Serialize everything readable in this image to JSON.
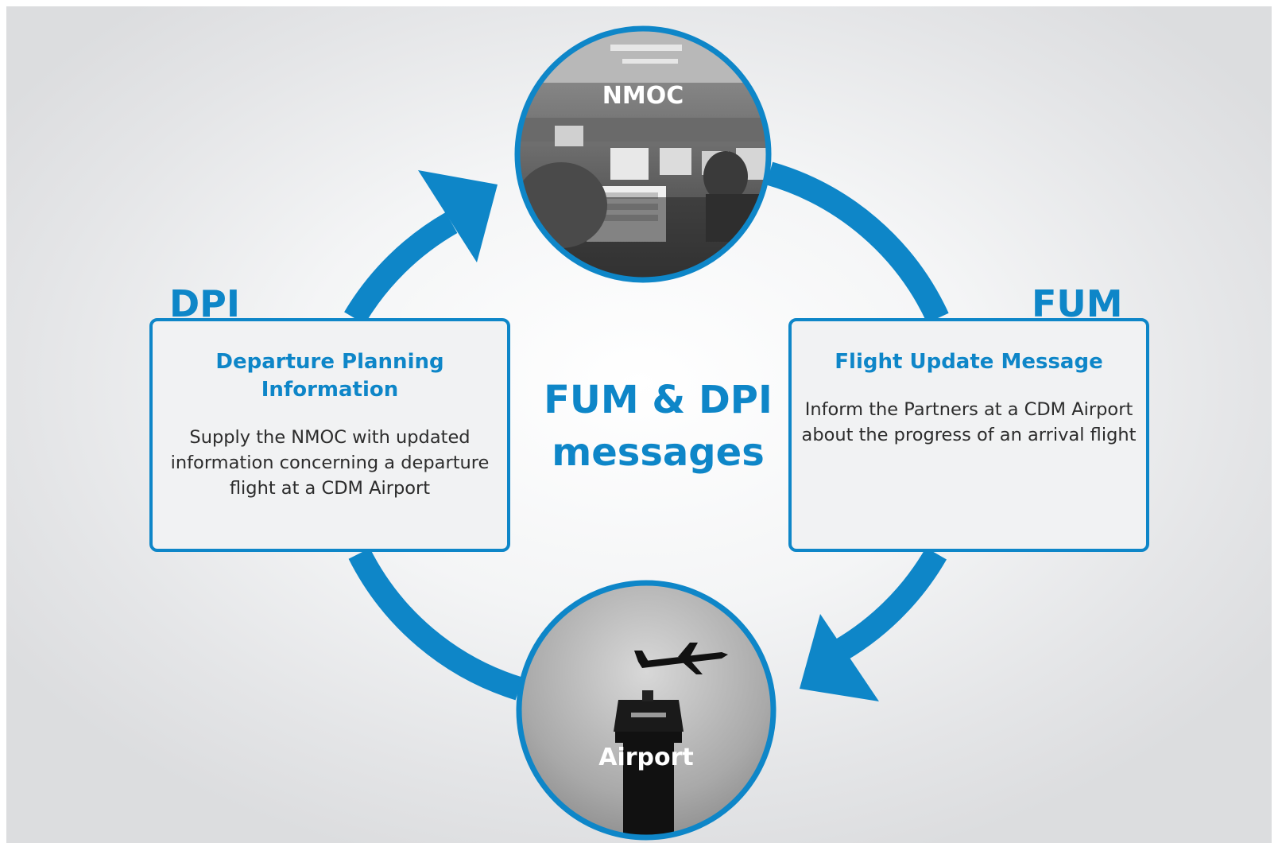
{
  "nodes": {
    "top": {
      "label": "NMOC"
    },
    "bottom": {
      "label": "Airport"
    }
  },
  "dpi": {
    "label": "DPI",
    "title": "Departure Planning Information",
    "description": "Supply the NMOC with updated information concerning a departure flight at a CDM Airport"
  },
  "fum": {
    "label": "FUM",
    "title": "Flight Update Message",
    "description": "Inform the Partners at a CDM Airport about the progress of an arrival flight"
  },
  "center": {
    "title_line1": "FUM & DPI",
    "title_line2": "messages"
  },
  "colors": {
    "accent": "#0e86c8",
    "box_fill": "#f1f2f3",
    "body_text": "#2c2c2c"
  }
}
